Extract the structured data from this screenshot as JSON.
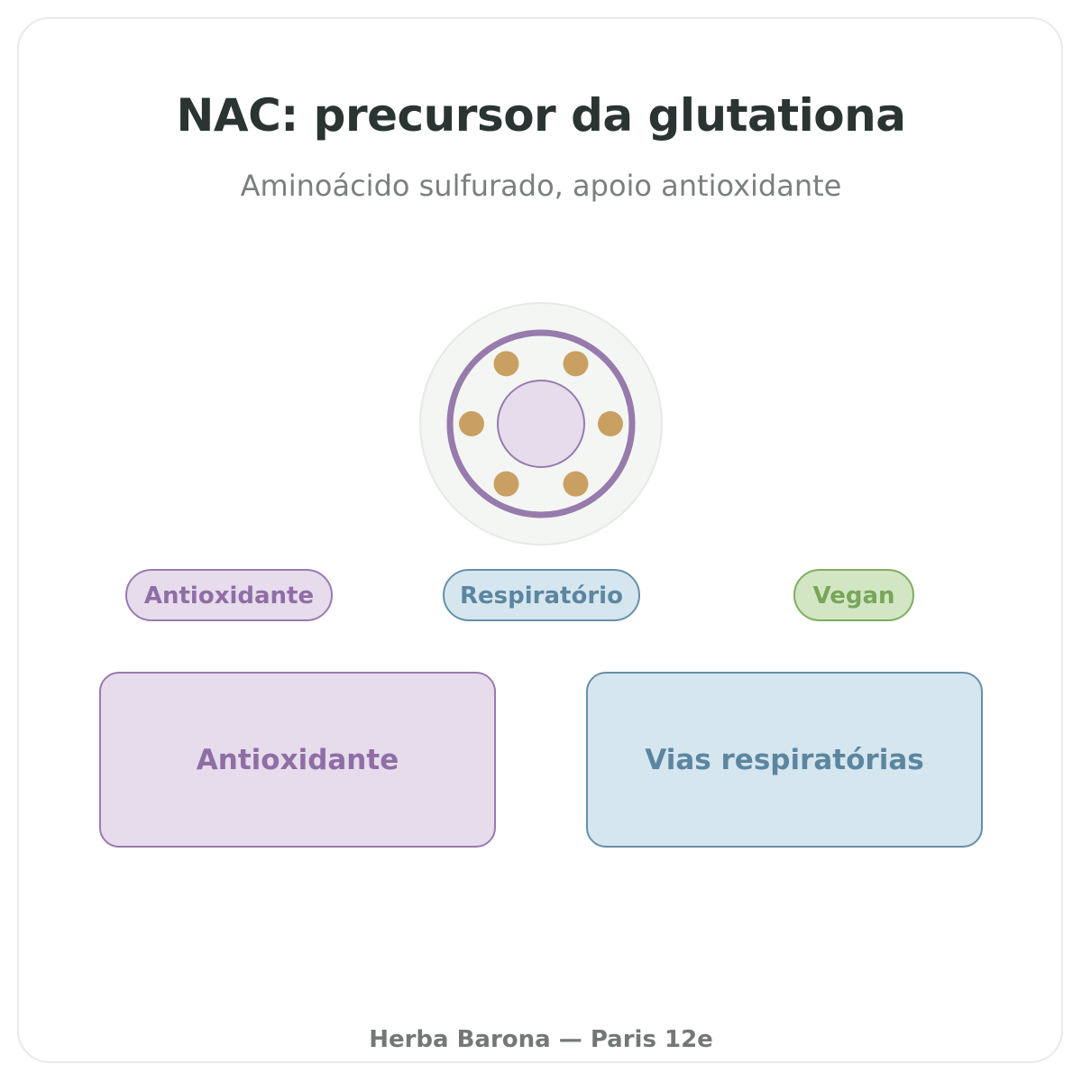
{
  "title": "NAC: precursor da glutationa",
  "subtitle": "Aminoácido sulfurado, apoio antioxidante",
  "emblem": {
    "icon": "capsule-ring-icon",
    "colors": {
      "outer_fill": "#f4f6f4",
      "outer_stroke": "#e6e9e6",
      "ring": "#977bac",
      "core_fill": "#e6dcec",
      "core_stroke": "#977bac",
      "dots": "#c9a061"
    },
    "dot_count": 6
  },
  "tags": [
    {
      "label": "Antioxidante",
      "color": "#9a7ab0"
    },
    {
      "label": "Respiratório",
      "color": "#6790a8"
    },
    {
      "label": "Vegan",
      "color": "#7fad60"
    }
  ],
  "benefits": [
    {
      "label": "Antioxidante",
      "color": "#9a7ab0"
    },
    {
      "label": "Vias respiratórias",
      "color": "#6790a8"
    }
  ],
  "footer": "Herba Barona — Paris 12e"
}
